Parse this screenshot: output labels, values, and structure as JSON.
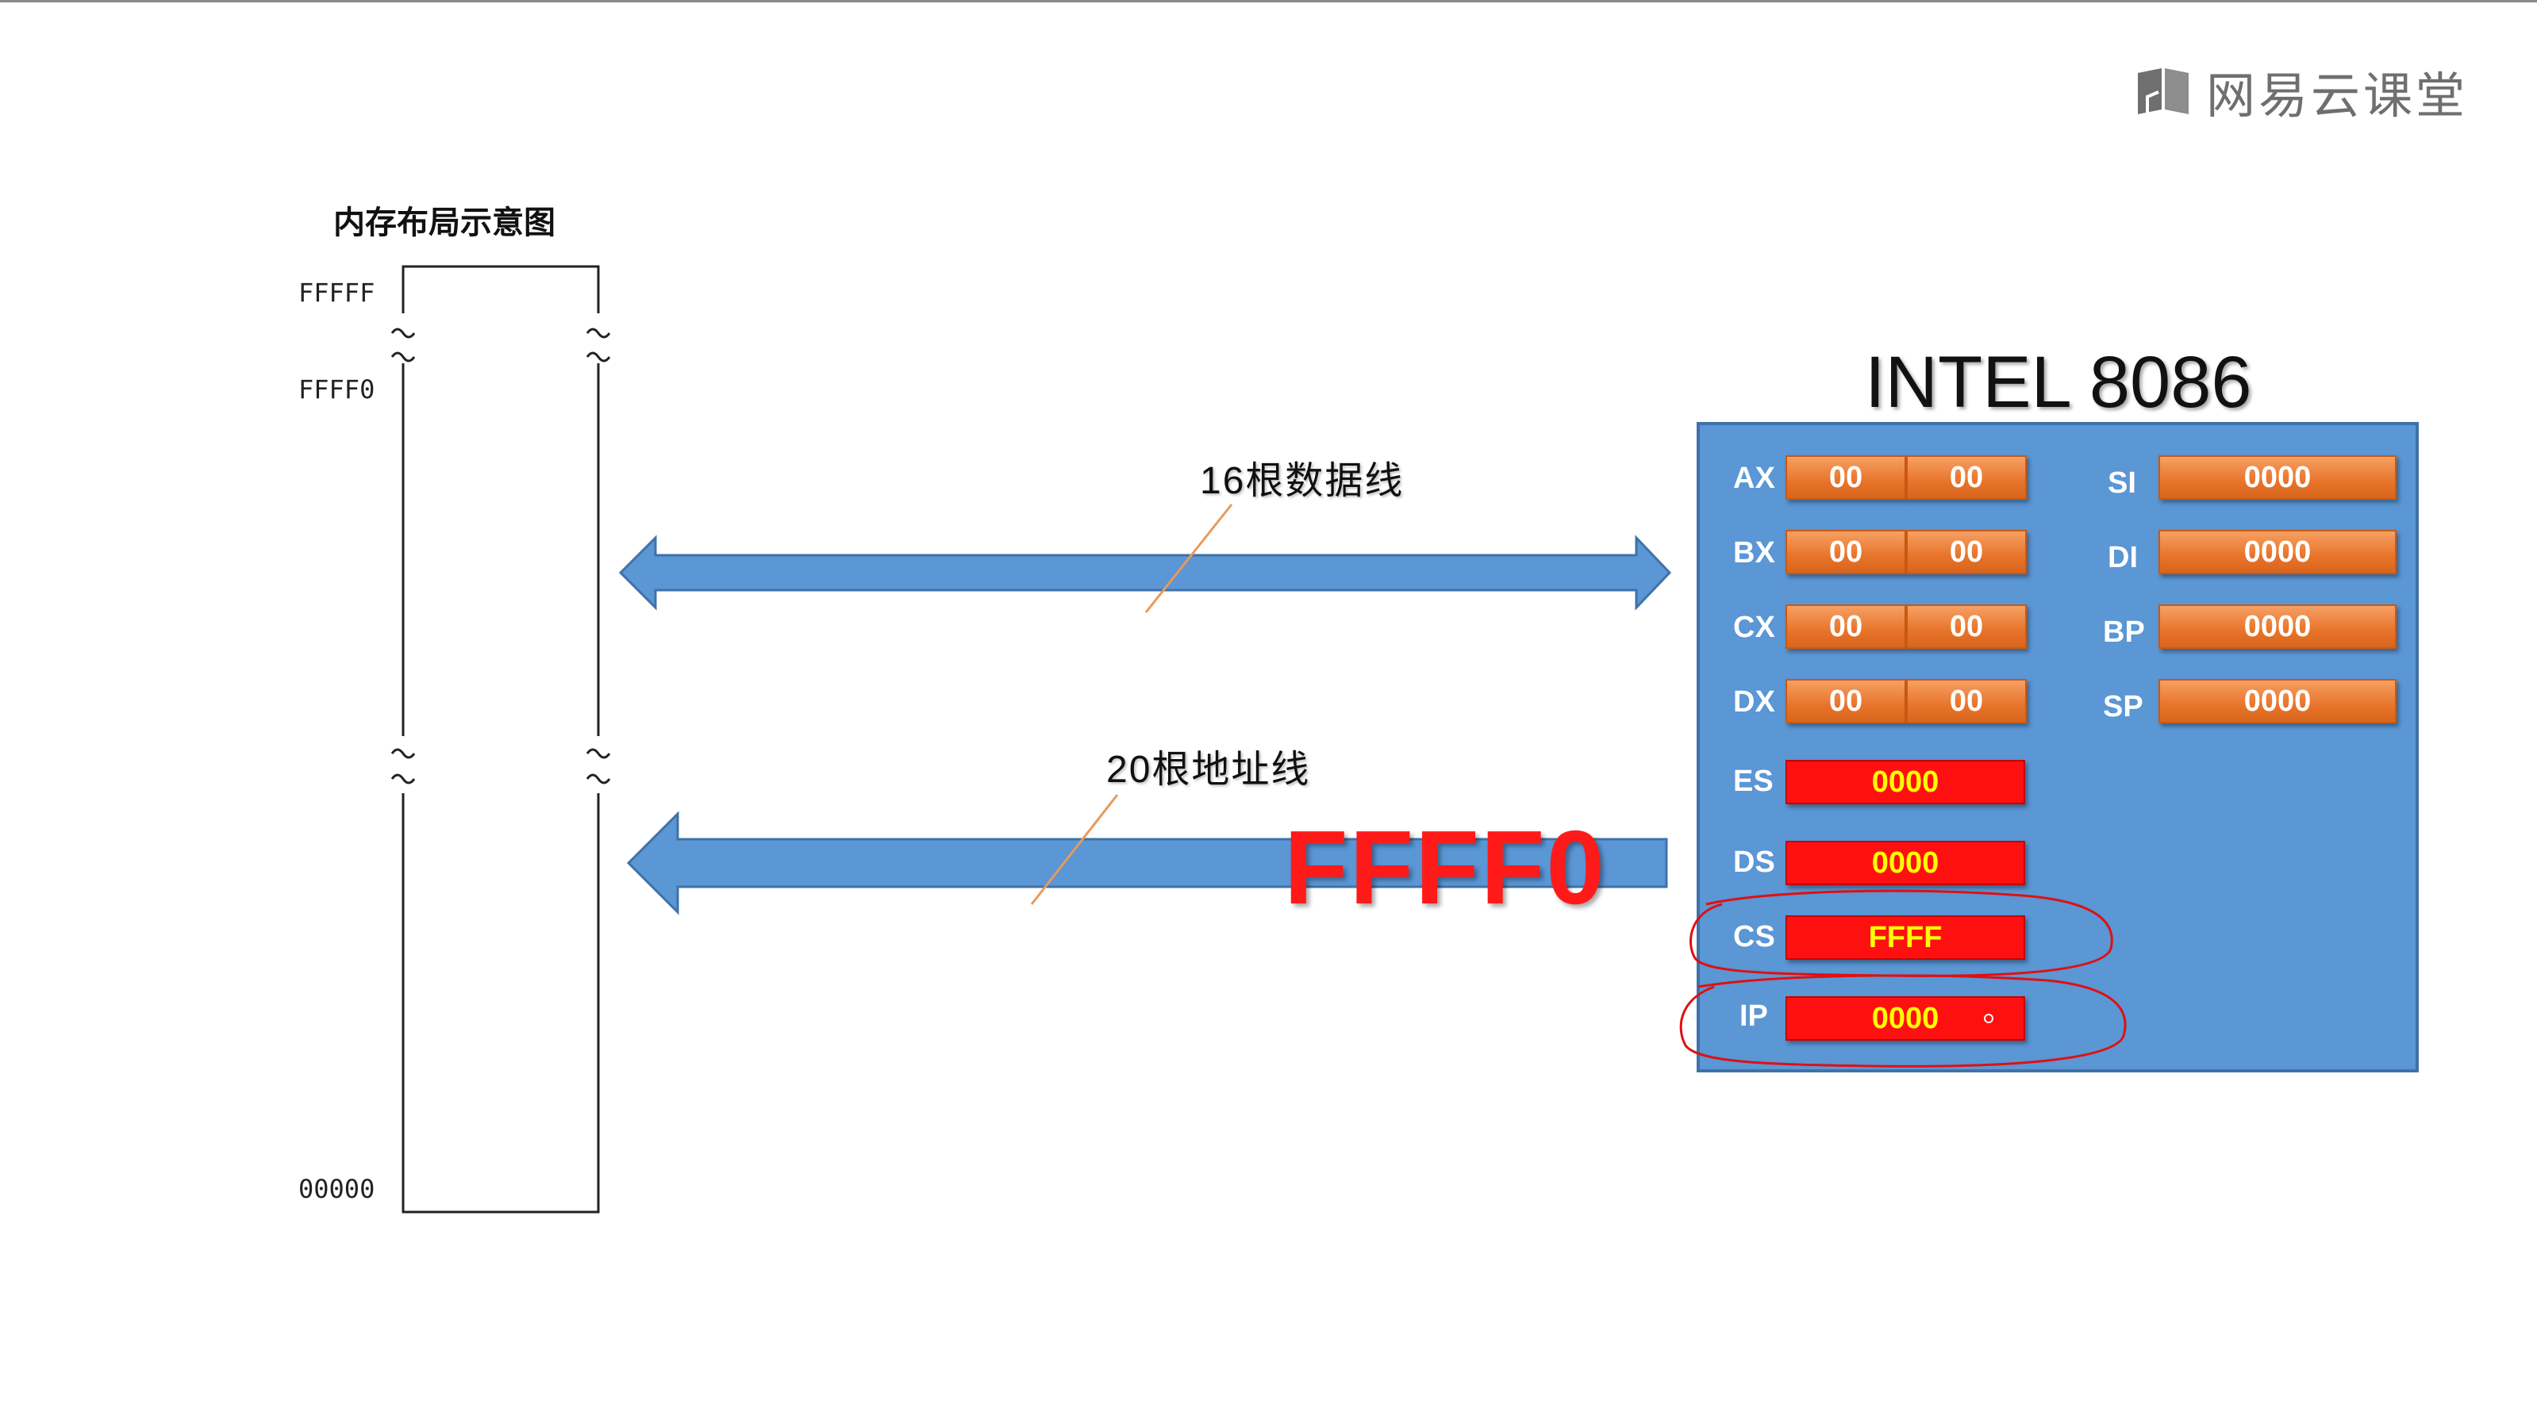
{
  "logo": {
    "text": "网易云课堂",
    "icon": "book-icon"
  },
  "memory": {
    "title": "内存布局示意图",
    "addr_top": "FFFFF",
    "addr_reset": "FFFF0",
    "addr_bottom": "00000"
  },
  "data_bus": {
    "label": "16根数据线"
  },
  "address_bus": {
    "label": "20根地址线",
    "value": "FFFF0"
  },
  "cpu": {
    "title": "INTEL 8086",
    "general_registers": [
      {
        "name": "AX",
        "high": "00",
        "low": "00"
      },
      {
        "name": "BX",
        "high": "00",
        "low": "00"
      },
      {
        "name": "CX",
        "high": "00",
        "low": "00"
      },
      {
        "name": "DX",
        "high": "00",
        "low": "00"
      }
    ],
    "index_registers": [
      {
        "name": "SI",
        "value": "0000"
      },
      {
        "name": "DI",
        "value": "0000"
      },
      {
        "name": "BP",
        "value": "0000"
      },
      {
        "name": "SP",
        "value": "0000"
      }
    ],
    "segment_registers": [
      {
        "name": "ES",
        "value": "0000"
      },
      {
        "name": "DS",
        "value": "0000"
      },
      {
        "name": "CS",
        "value": "FFFF"
      },
      {
        "name": "IP",
        "value": "0000"
      }
    ]
  },
  "colors": {
    "panel": "#5b96d5",
    "arrow": "#5b96d5",
    "register_orange": "#e8742a",
    "register_red": "#ff1010",
    "register_red_text": "#ffff00",
    "highlight_circle": "#e01010"
  }
}
